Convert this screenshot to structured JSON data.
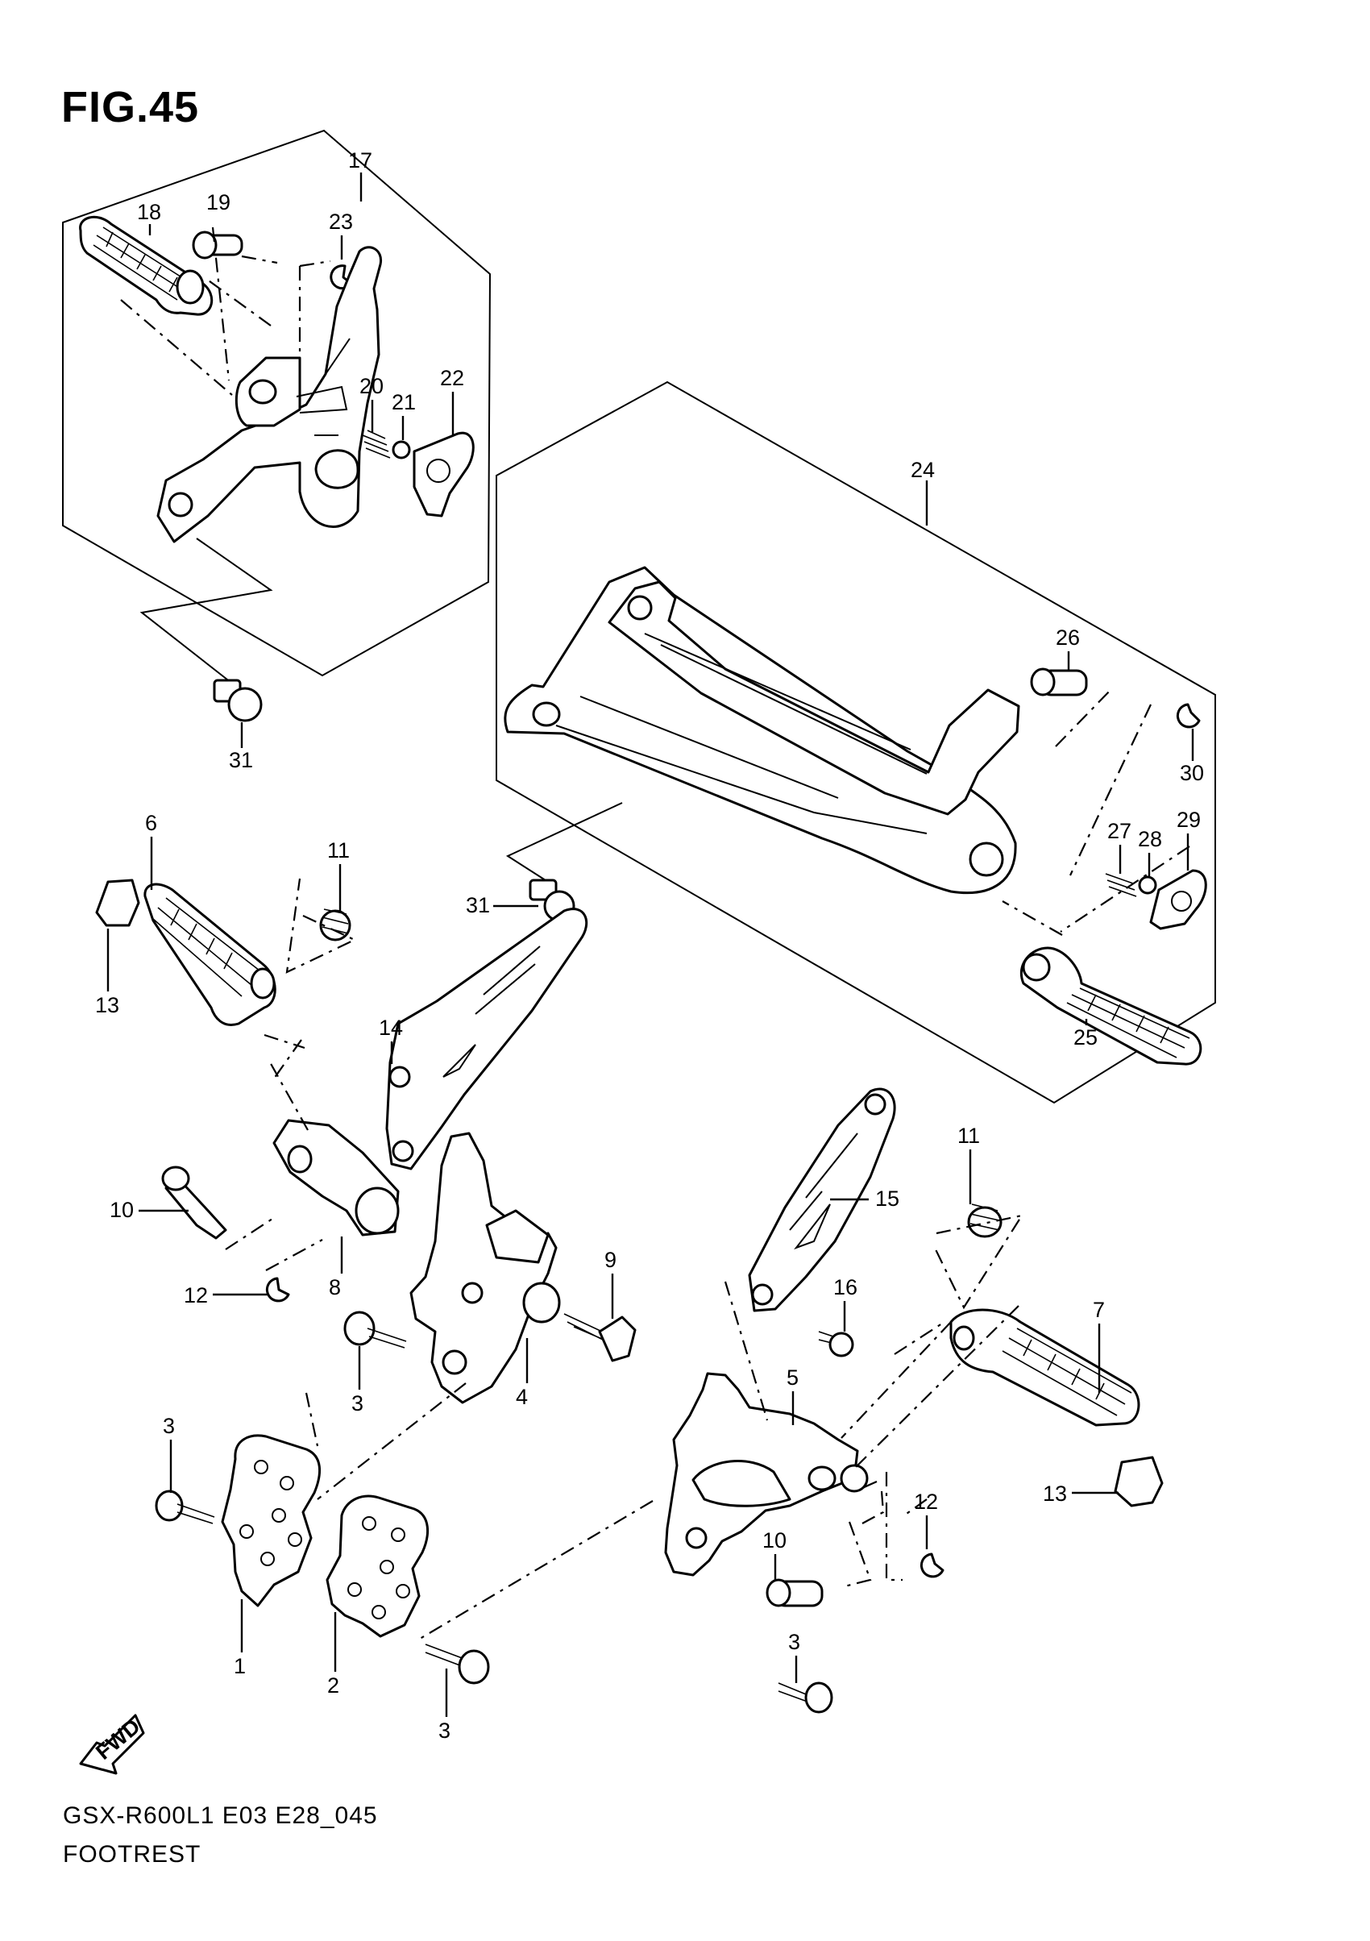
{
  "figure": {
    "title": "FIG.45",
    "model_code": "GSX-R600L1 E03 E28_045",
    "name": "FOOTREST",
    "direction_label": "FWD"
  },
  "callouts": [
    "1",
    "2",
    "3",
    "3",
    "3",
    "3",
    "4",
    "5",
    "6",
    "7",
    "8",
    "9",
    "10",
    "10",
    "11",
    "11",
    "12",
    "12",
    "13",
    "13",
    "14",
    "15",
    "16",
    "17",
    "18",
    "19",
    "20",
    "21",
    "22",
    "23",
    "24",
    "25",
    "26",
    "27",
    "28",
    "29",
    "30",
    "31",
    "31"
  ]
}
